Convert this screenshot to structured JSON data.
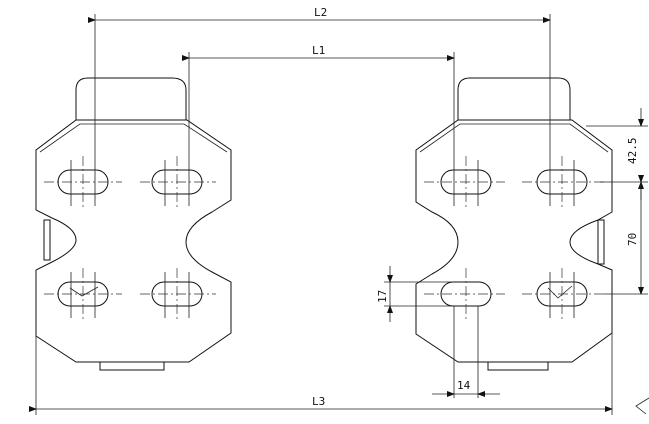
{
  "dimensions": {
    "L1": "L1",
    "L2": "L2",
    "L3": "L3",
    "hole_pitch_top": "42.5",
    "hole_pitch_vertical": "70",
    "slot_width": "17",
    "slot_length": "14"
  }
}
